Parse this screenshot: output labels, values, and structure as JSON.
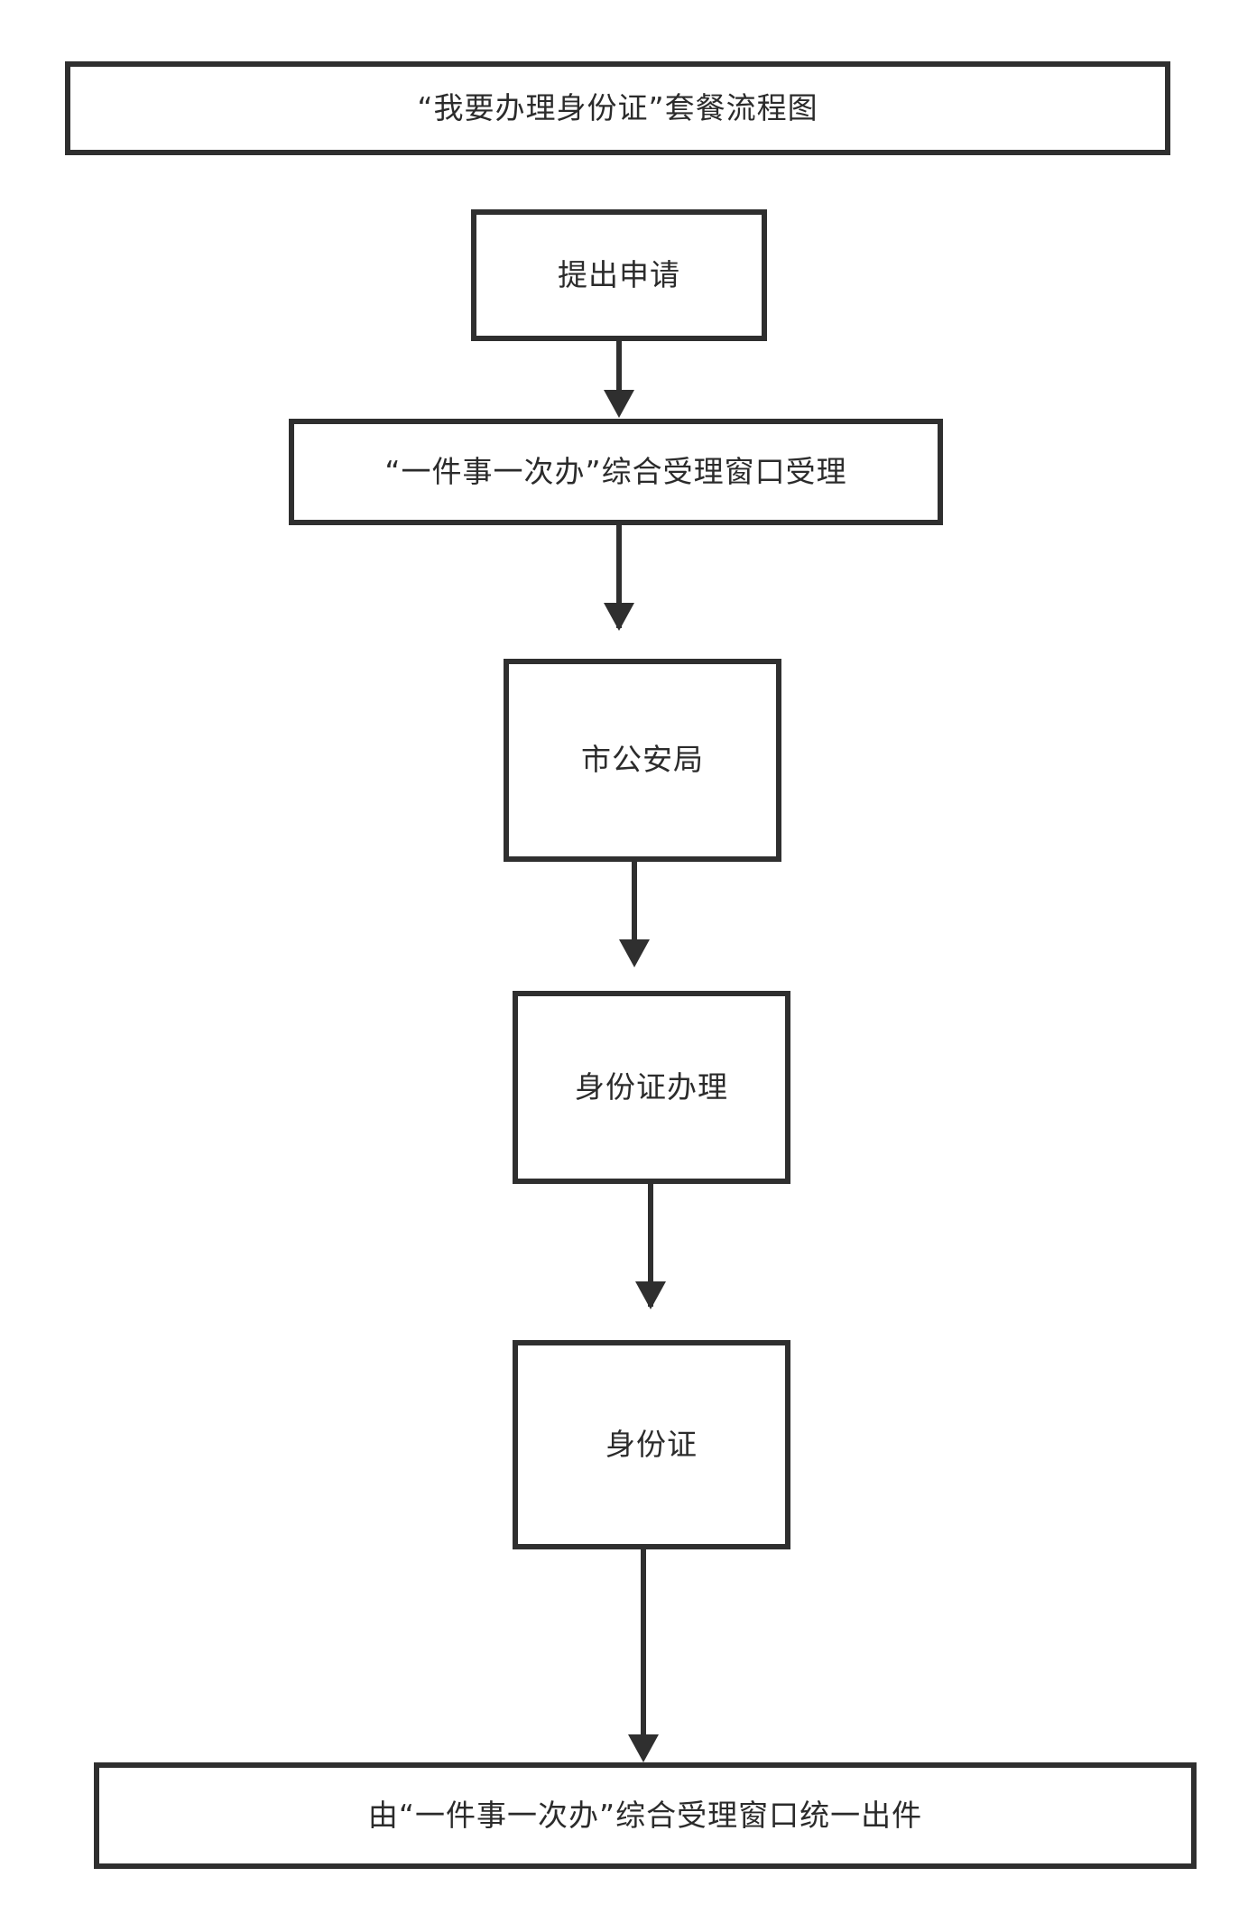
{
  "diagram": {
    "type": "flowchart",
    "orientation": "top-to-bottom",
    "title": "“我要办理身份证”套餐流程图",
    "colors": {
      "stroke": "#2f2f2f",
      "fill": "#ffffff",
      "text": "#2b2b2b"
    },
    "nodes": [
      {
        "id": "title",
        "label": "“我要办理身份证”套餐流程图",
        "shape": "rectangle"
      },
      {
        "id": "apply",
        "label": "提出申请",
        "shape": "rectangle"
      },
      {
        "id": "window",
        "label": "“一件事一次办”综合受理窗口受理",
        "shape": "rectangle"
      },
      {
        "id": "bureau",
        "label": "市公安局",
        "shape": "rectangle"
      },
      {
        "id": "process",
        "label": "身份证办理",
        "shape": "rectangle"
      },
      {
        "id": "idcard",
        "label": "身份证",
        "shape": "rectangle"
      },
      {
        "id": "deliver",
        "label": "由“一件事一次办”综合受理窗口统一出件",
        "shape": "rectangle"
      }
    ],
    "edges": [
      {
        "from": "apply",
        "to": "window",
        "style": "solid-arrow"
      },
      {
        "from": "window",
        "to": "bureau",
        "style": "solid-arrow"
      },
      {
        "from": "bureau",
        "to": "process",
        "style": "solid-arrow"
      },
      {
        "from": "process",
        "to": "idcard",
        "style": "solid-arrow"
      },
      {
        "from": "idcard",
        "to": "deliver",
        "style": "solid-arrow"
      }
    ]
  }
}
